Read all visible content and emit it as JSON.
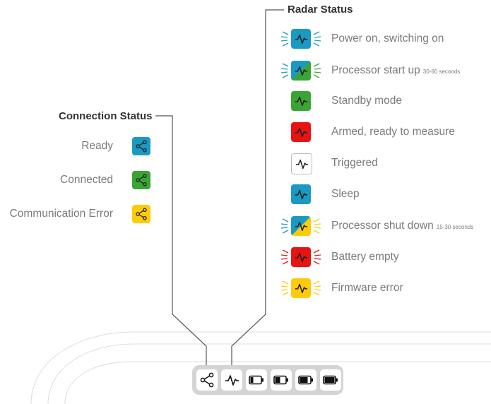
{
  "connection_status": {
    "title": "Connection Status",
    "items": [
      {
        "label": "Ready",
        "color": "#1a9ac2",
        "icon": "share-icon"
      },
      {
        "label": "Connected",
        "color": "#3aa534",
        "icon": "share-icon"
      },
      {
        "label": "Communication Error",
        "color": "#fecb0a",
        "icon": "share-icon"
      }
    ]
  },
  "radar_status": {
    "title": "Radar Status",
    "items": [
      {
        "label": "Power on, switching on",
        "note": "",
        "colors": [
          "#1a9ac2"
        ],
        "blinking": true
      },
      {
        "label": "Processor start up",
        "note": "30-60 seconds",
        "colors": [
          "#1a9ac2",
          "#3aa534"
        ],
        "blinking": true
      },
      {
        "label": "Standby mode",
        "note": "",
        "colors": [
          "#3aa534"
        ],
        "blinking": false
      },
      {
        "label": "Armed, ready to measure",
        "note": "",
        "colors": [
          "#e81313"
        ],
        "blinking": false
      },
      {
        "label": "Triggered",
        "note": "",
        "colors": [
          "#ffffff"
        ],
        "blinking": false
      },
      {
        "label": "Sleep",
        "note": "",
        "colors": [
          "#1a9ac2"
        ],
        "blinking": false
      },
      {
        "label": "Processor shut down",
        "note": "15-30 seconds",
        "colors": [
          "#1a9ac2",
          "#fecb0a"
        ],
        "blinking": true
      },
      {
        "label": "Battery empty",
        "note": "",
        "colors": [
          "#e81313"
        ],
        "blinking": true
      },
      {
        "label": "Firmware error",
        "note": "",
        "colors": [
          "#fecb0a"
        ],
        "blinking": true
      }
    ]
  },
  "toolbar": {
    "icons": [
      "share-icon",
      "pulse-icon",
      "battery-low-icon",
      "battery-half-icon",
      "battery-most-icon",
      "battery-full-icon"
    ],
    "battery_levels": [
      0.25,
      0.5,
      0.75,
      1.0
    ]
  }
}
